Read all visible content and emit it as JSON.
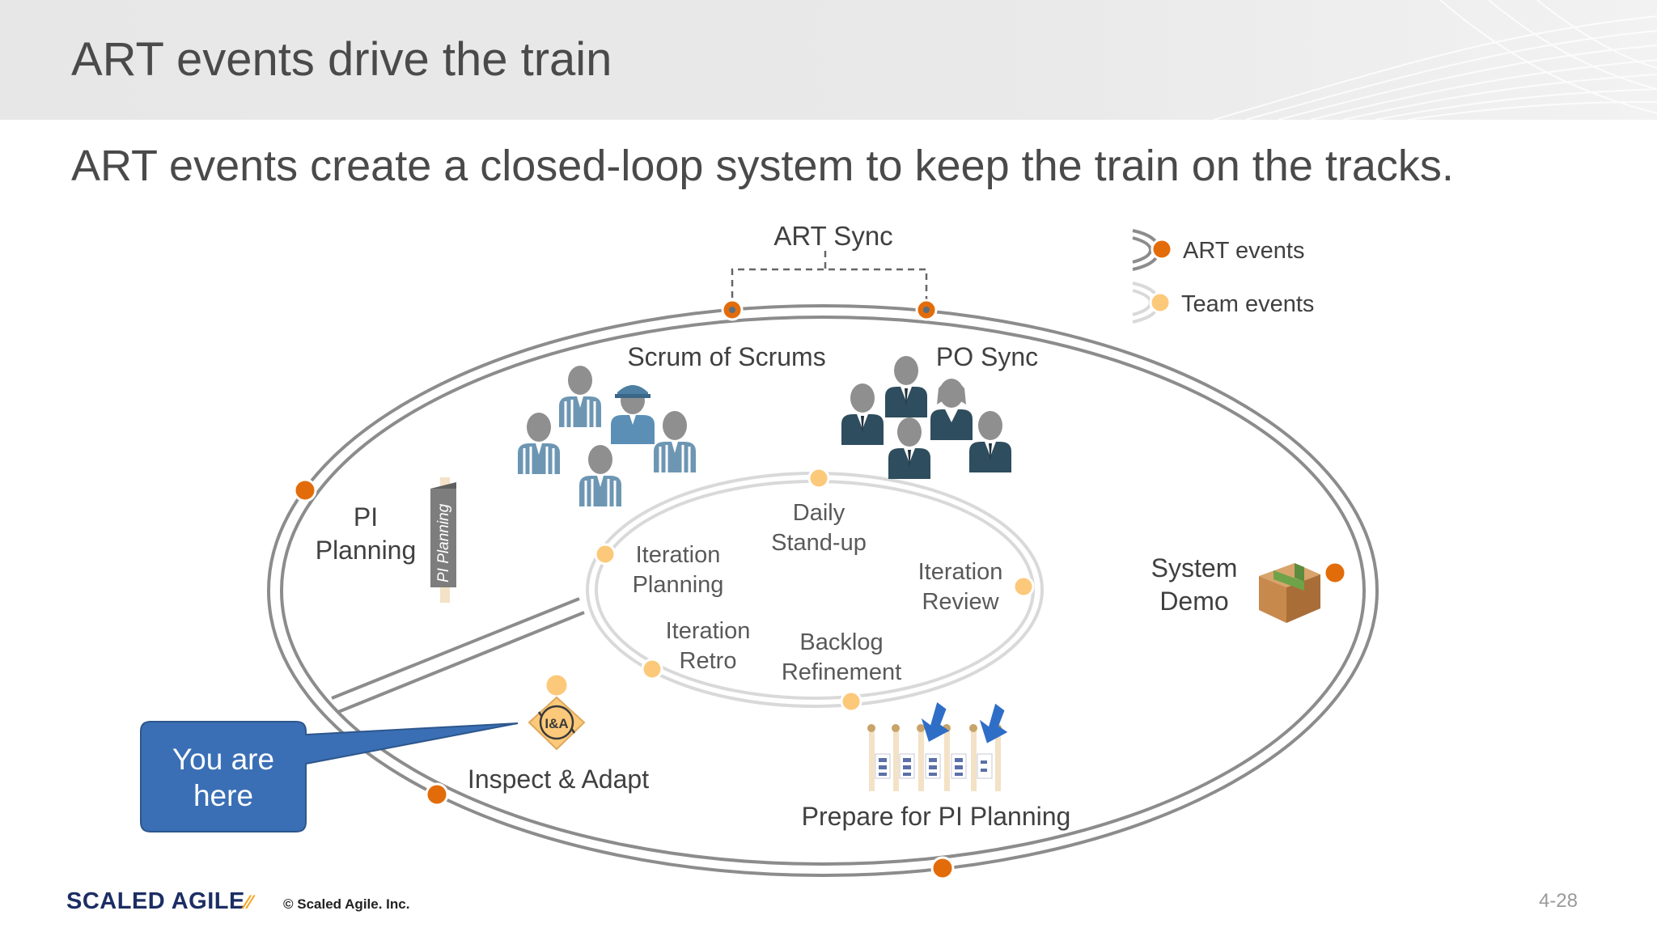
{
  "slide": {
    "title": "ART events drive the train",
    "subtitle": "ART events create a closed-loop system to keep the train on the tracks."
  },
  "legend": {
    "art_events": "ART events",
    "team_events": "Team events"
  },
  "labels": {
    "art_sync": "ART Sync",
    "scrum_of_scrums": "Scrum of Scrums",
    "po_sync": "PO Sync",
    "pi_planning_line1": "PI",
    "pi_planning_line2": "Planning",
    "pi_planning_banner": "PI Planning",
    "system_demo_line1": "System",
    "system_demo_line2": "Demo",
    "inspect_adapt": "Inspect & Adapt",
    "ia_badge": "I&A",
    "prepare_pi_planning": "Prepare for PI Planning",
    "daily_standup_line1": "Daily",
    "daily_standup_line2": "Stand-up",
    "iteration_planning_line1": "Iteration",
    "iteration_planning_line2": "Planning",
    "iteration_review_line1": "Iteration",
    "iteration_review_line2": "Review",
    "iteration_retro_line1": "Iteration",
    "iteration_retro_line2": "Retro",
    "backlog_refinement_line1": "Backlog",
    "backlog_refinement_line2": "Refinement",
    "callout_line1": "You are",
    "callout_line2": "here"
  },
  "footer": {
    "logo": "SCALED AGILE",
    "copyright": "© Scaled Agile. Inc.",
    "page_number": "4-28"
  },
  "colors": {
    "art_event": "#e36c0a",
    "team_event": "#fcc97a",
    "track": "#8c8c8c",
    "inner_track": "#d9d9d9",
    "callout": "#3a6fb5",
    "arrow": "#2f6ec7"
  }
}
